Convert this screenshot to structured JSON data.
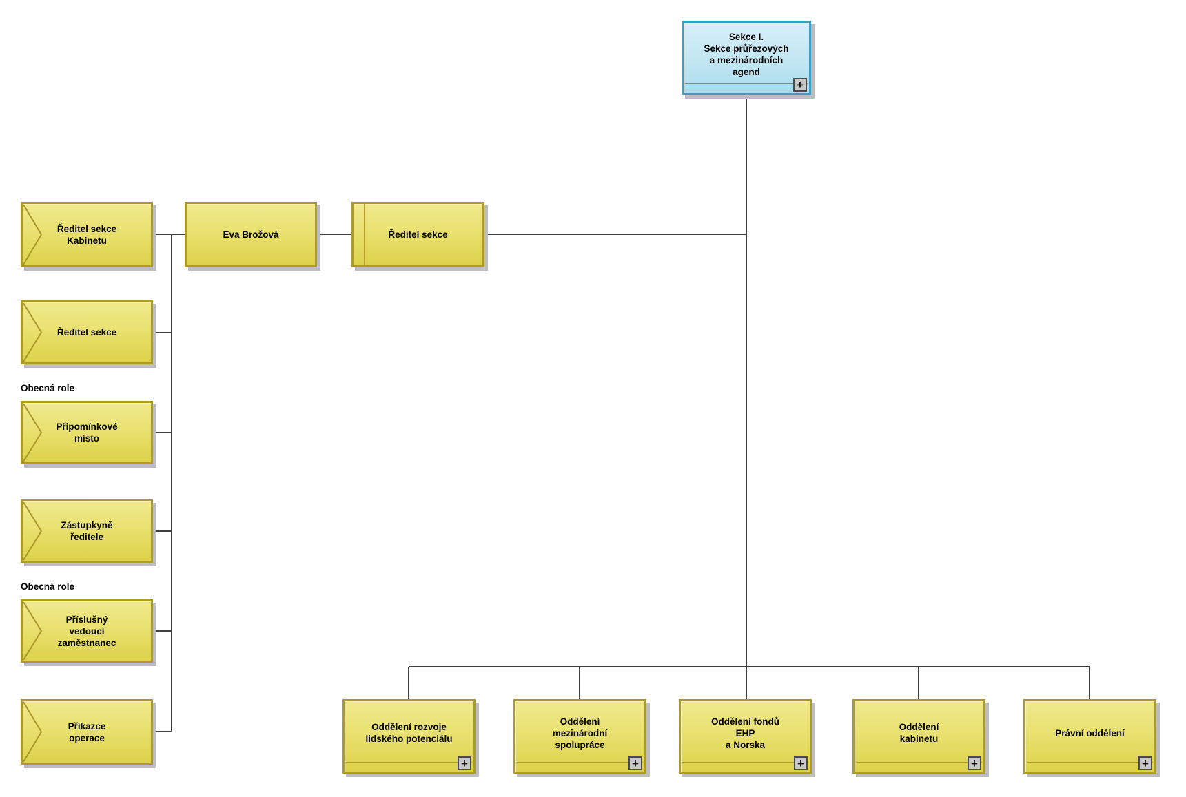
{
  "nodes": {
    "top_unit": {
      "label": "Sekce I.\nSekce průřezových\na mezinárodních\nagend",
      "expand": "+"
    },
    "roles": [
      {
        "label": "Ředitel sekce\nKabinetu"
      },
      {
        "label": "Ředitel sekce"
      },
      {
        "label": "Připomínkové\nmísto",
        "annotation": "Obecná role"
      },
      {
        "label": "Zástupkyně\nředitele"
      },
      {
        "label": "Příslušný\nvedoucí\nzaměstnanec",
        "annotation": "Obecná role"
      },
      {
        "label": "Příkazce\noperace"
      }
    ],
    "person": {
      "label": "Eva Brožová"
    },
    "position": {
      "label": "Ředitel sekce"
    },
    "departments": [
      {
        "label": "Oddělení rozvoje\nlidského potenciálu",
        "expand": "+"
      },
      {
        "label": "Oddělení\nmezinárodní\nspolupráce",
        "expand": "+"
      },
      {
        "label": "Oddělení fondů\nEHP\na Norska",
        "expand": "+"
      },
      {
        "label": "Oddělení\nkabinetu",
        "expand": "+"
      },
      {
        "label": "Právní oddělení",
        "expand": "+"
      }
    ]
  },
  "colors": {
    "unit_fill": "#c2e6f2",
    "unit_border": "#3f9ec4",
    "role_fill": "#e9e170",
    "role_border": "#af9a28",
    "connector": "#3f3f3f",
    "shadow": "#bdbdbd",
    "text": "#000000"
  }
}
